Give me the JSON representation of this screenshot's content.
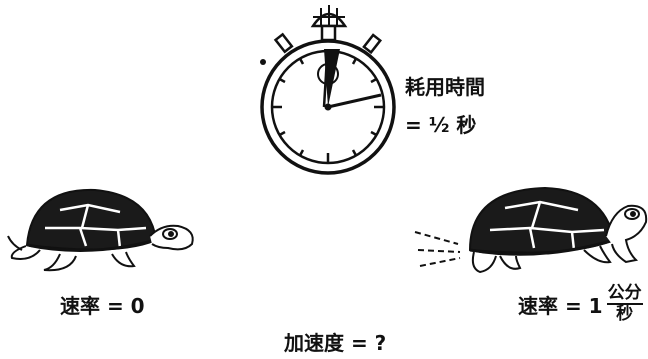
{
  "stopwatch": {
    "label_line1": "耗用時間",
    "label_line2": "= ½ 秒"
  },
  "left_turtle": {
    "speed_label": "速率 = 0"
  },
  "right_turtle": {
    "speed_prefix": "速率 = 1",
    "unit_numerator": "公分",
    "unit_denominator": "秒"
  },
  "question": "加速度 = ?",
  "colors": {
    "ink": "#111111",
    "background": "#ffffff"
  }
}
